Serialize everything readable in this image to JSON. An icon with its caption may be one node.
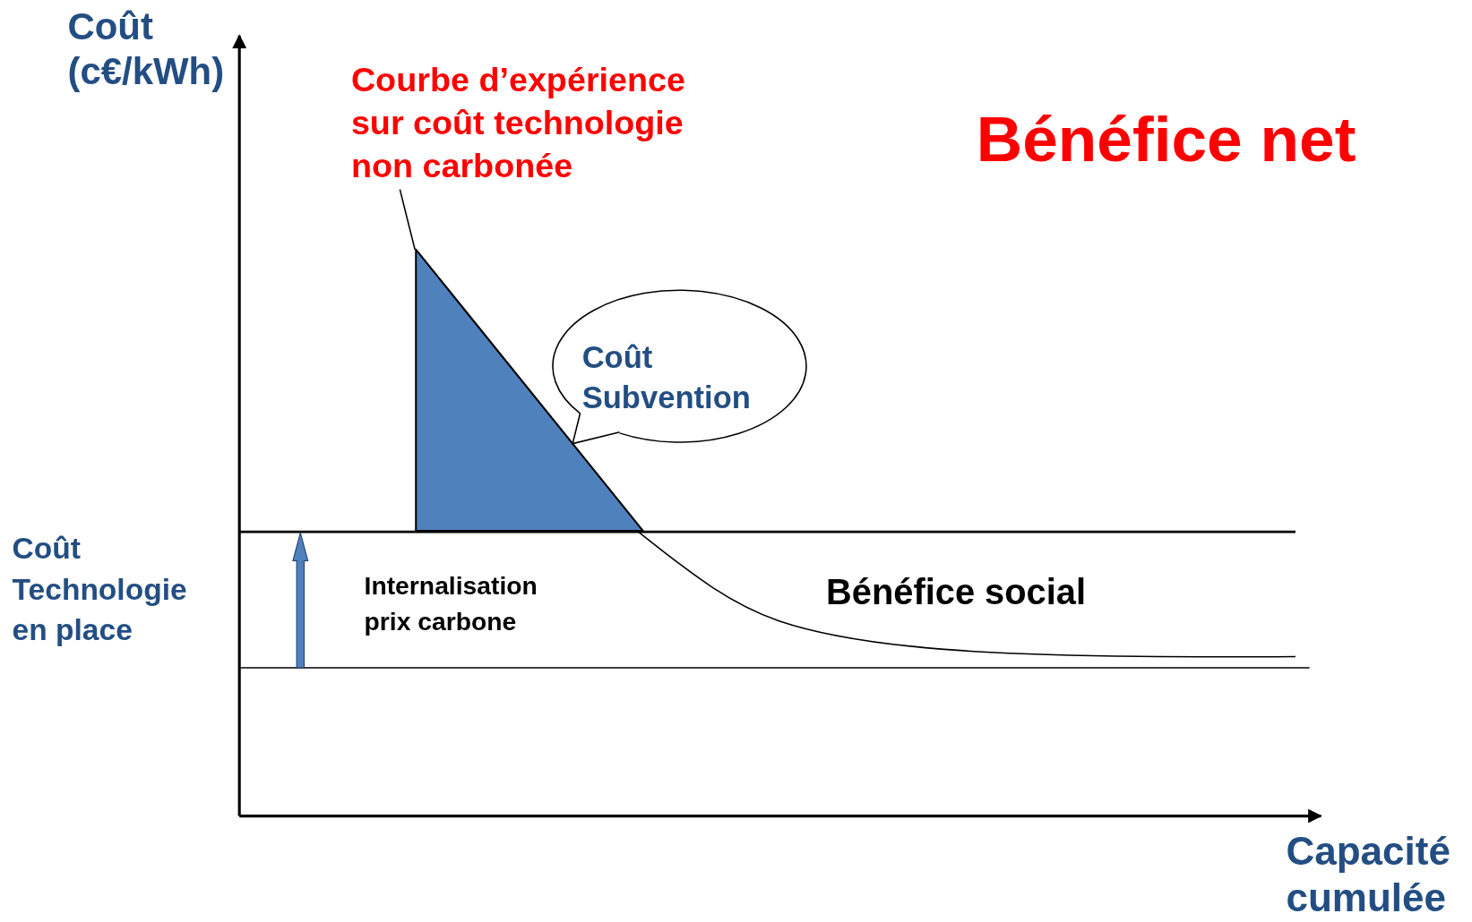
{
  "diagram": {
    "nodes": [
      {
        "text": [
          "Courbe d’expérience sur coût technologie non carbonée"
        ]
      },
      {
        "text": [],
        "shape": "triangle"
      },
      {
        "text": [
          "Coût Subvention"
        ]
      }
    ],
    "edges": [
      {
        "from": 0,
        "to": 1,
        "arrow": "none"
      },
      {
        "from": 2,
        "to": 1,
        "arrow": "none"
      }
    ],
    "labels": [
      "Coût (c€/kWh)",
      "Bénéfice net",
      "Coût Technologie en place",
      "Internalisation prix carbone",
      "Bénéfice social",
      "Capacité cumulée"
    ]
  }
}
